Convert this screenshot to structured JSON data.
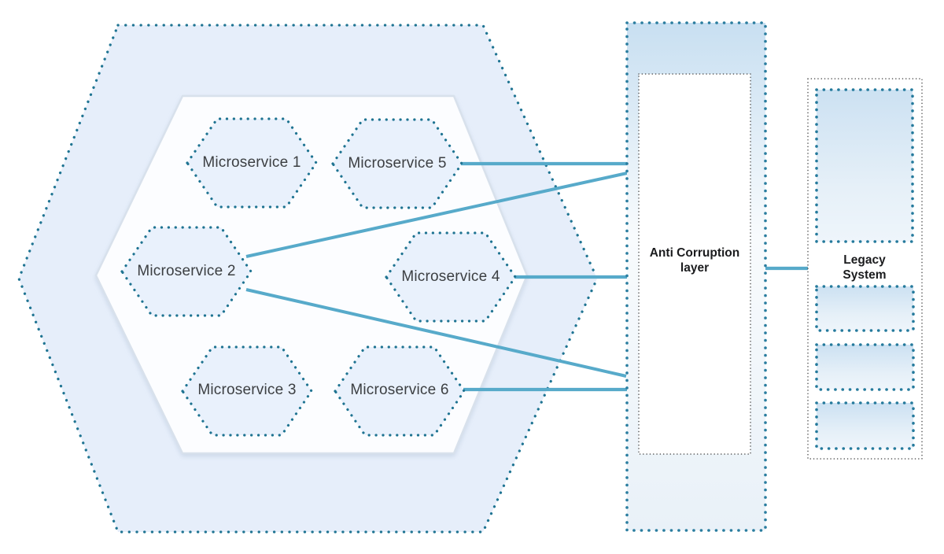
{
  "diagram": {
    "microservices": [
      {
        "id": "microservice-1",
        "label": "Microservice 1"
      },
      {
        "id": "microservice-2",
        "label": "Microservice 2"
      },
      {
        "id": "microservice-3",
        "label": "Microservice 3"
      },
      {
        "id": "microservice-4",
        "label": "Microservice 4"
      },
      {
        "id": "microservice-5",
        "label": "Microservice 5"
      },
      {
        "id": "microservice-6",
        "label": "Microservice 6"
      }
    ],
    "anti_corruption_layer": {
      "label": "Anti Corruption\nlayer"
    },
    "legacy_system": {
      "label": "Legacy System"
    },
    "connections": [
      {
        "from": "Microservice 5",
        "to": "Anti Corruption layer"
      },
      {
        "from": "Microservice 2",
        "to": "Anti Corruption layer"
      },
      {
        "from": "Microservice 4",
        "to": "Anti Corruption layer"
      },
      {
        "from": "Microservice 2",
        "to": "Anti Corruption layer"
      },
      {
        "from": "Microservice 6",
        "to": "Anti Corruption layer"
      },
      {
        "from": "Anti Corruption layer",
        "to": "Legacy System"
      }
    ],
    "colors": {
      "dot_teal": "#21789a",
      "fine_dot_gray": "#4f4f4f",
      "connector_teal": "#57aaca",
      "outer_hex_fill": "#e6eefa",
      "small_hex_fill": "#e9f1fc",
      "panel_blue_top": "#c8dff1",
      "label_text": "#3c3f42",
      "title_text": "#1b1c1e"
    }
  }
}
